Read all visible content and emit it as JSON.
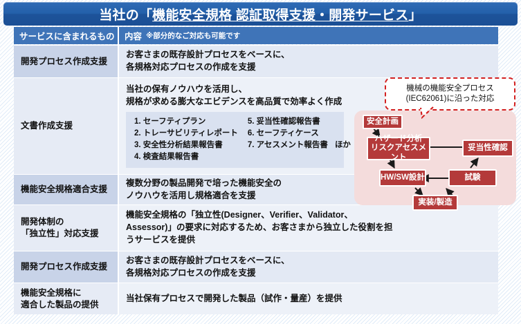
{
  "slide": {
    "title_prefix": "当社の「",
    "title_underlined": "機能安全規格 認証取得支援・開発サービス",
    "title_suffix": "」"
  },
  "table": {
    "header": {
      "col1": "サービスに含まれるもの",
      "col2": "内容",
      "col2_note": "※部分的なご対応も可能です"
    },
    "rows": [
      {
        "label": "開発プロセス作成支援",
        "lines": [
          "お客さまの既存設計プロセスをベースに、",
          "各規格対応プロセスの作成を支援"
        ]
      },
      {
        "label": "文書作成支援",
        "lines": [
          "当社の保有ノウハウを活用し、",
          "規格が求める膨大なエビデンスを高品質で効率よく作成"
        ],
        "doc_list_left": [
          "1. セーフティプラン",
          "2. トレーサビリティレポート",
          "3. 安全性分析結果報告書",
          "4. 検査結果報告書"
        ],
        "doc_list_right": [
          "5. 妥当性確認報告書",
          "6. セーフティケース",
          "7. アセスメント報告書"
        ],
        "doc_list_right_extra": "ほか"
      },
      {
        "label": "機能安全規格適合支援",
        "lines": [
          "複数分野の製品開発で培った機能安全の",
          "ノウハウを活用し規格適合を支援"
        ]
      },
      {
        "label_lines": [
          "開発体制の",
          "「独立性」対応支援"
        ],
        "lines": [
          "機能安全規格の「独立性(Designer、Verifier、Validator、",
          "Assessor)」の要求に対応するため、お客さまから独立した役割を担",
          "うサービスを提供"
        ]
      },
      {
        "label": "開発プロセス作成支援",
        "lines": [
          "お客さまの既存設計プロセスをベースに、",
          "各規格対応プロセスの作成を支援"
        ]
      },
      {
        "label_lines": [
          "機能安全規格に",
          "適合した製品の提供"
        ],
        "lines": [
          "当社保有プロセスで開発した製品（試作・量産）を提供"
        ]
      }
    ]
  },
  "diagram": {
    "callout_line1": "機械の機能安全プロセス",
    "callout_line2": "(IEC62061)に沿った対応",
    "boxes": {
      "safety_plan": "安全計画",
      "hazard_line1": "ハザード分析",
      "hazard_line2": "リスクアセスメント",
      "design": "HW/SW設計",
      "implementation": "実装/製造",
      "testing": "試験",
      "validation": "妥当性確認"
    }
  },
  "colors": {
    "title_bar": "#23609f",
    "table_header": "#3f74b8",
    "row_label_dark": "#c8d3e8",
    "row_label_light": "#e6ebf5",
    "process_box": "#b43a3a",
    "process_panel": "#f4dcdc",
    "callout_border": "#d32020"
  }
}
